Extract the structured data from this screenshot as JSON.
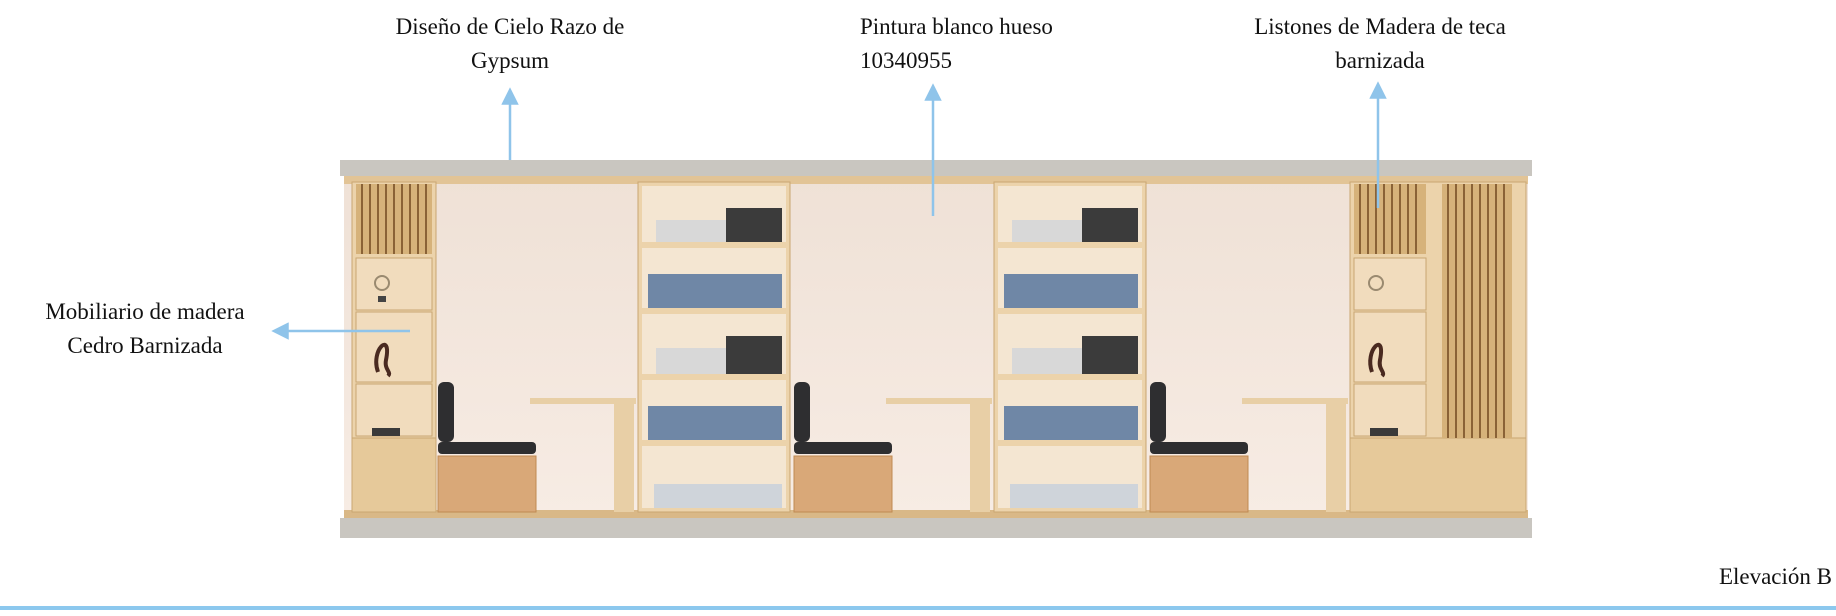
{
  "labels": {
    "ceiling": {
      "line1": "Diseño de Cielo Razo de",
      "line2": "Gypsum"
    },
    "paint": {
      "line1": "Pintura blanco hueso",
      "line2": " 10340955"
    },
    "slats": {
      "line1": "Listones de Madera de teca",
      "line2": "barnizada"
    },
    "furniture": {
      "line1": "Mobiliario de madera",
      "line2": "Cedro Barnizada"
    },
    "elevation": "Elevación  B"
  },
  "colors": {
    "arrow": "#8fc4ea",
    "wood": "#e8cfa6",
    "wood_dark": "#c89a62",
    "wall": "#f2e2d6",
    "ceiling_strip": "#c9c6c0",
    "seat": "#2e2e30",
    "baseline": "#8cc8ee"
  }
}
